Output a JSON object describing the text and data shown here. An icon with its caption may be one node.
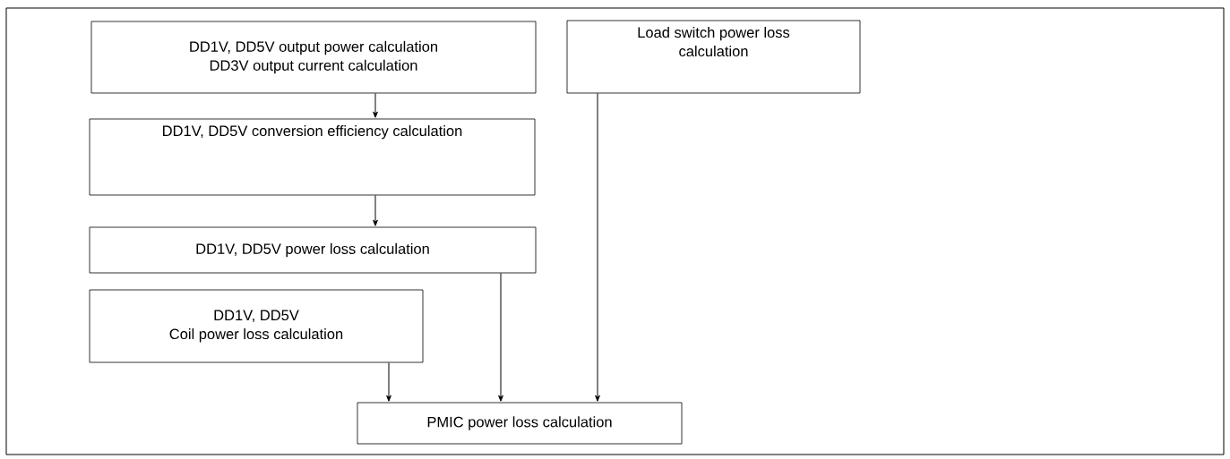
{
  "diagram": {
    "nodes": [
      {
        "text": [
          "DD1V, DD5V output power calculation",
          "DD3V output current calculation"
        ]
      },
      {
        "text": [
          "Load switch power loss calculation"
        ]
      },
      {
        "text": [
          "DD1V, DD5V conversion efficiency calculation"
        ]
      },
      {
        "text": [
          "DD1V, DD5V power loss calculation"
        ]
      },
      {
        "text": [
          "DD1V, DD5V",
          "Coil power loss calculation"
        ]
      },
      {
        "text": [
          "PMIC power loss calculation"
        ]
      }
    ],
    "edges": [
      {
        "from": 0,
        "to": 2,
        "arrow": "to"
      },
      {
        "from": 2,
        "to": 3,
        "arrow": "to"
      },
      {
        "from": 4,
        "to": 5,
        "arrow": "to"
      },
      {
        "from": 3,
        "to": 5,
        "arrow": "to"
      },
      {
        "from": 1,
        "to": 5,
        "arrow": "to"
      }
    ]
  }
}
